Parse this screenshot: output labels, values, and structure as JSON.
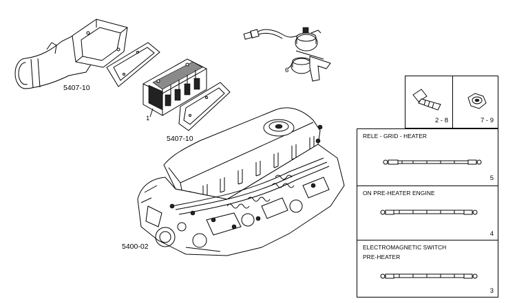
{
  "labels": {
    "intake_pipe": "5407-10",
    "gasket_lower": "5407-10",
    "grid_heater": "1",
    "relay": "6",
    "engine": "5400-02"
  },
  "boxes": {
    "screw": {
      "number": "2 - 8"
    },
    "nut": {
      "number": "7 - 9"
    },
    "cable_rele": {
      "caption": "RELE - GRID - HEATER",
      "number": "5"
    },
    "cable_on": {
      "caption": "ON PRE-HEATER ENGINE",
      "number": "4"
    },
    "cable_switch": {
      "caption_line1": "ELECTROMAGNETIC SWITCH",
      "caption_line2": "PRE-HEATER",
      "number": "3"
    }
  }
}
